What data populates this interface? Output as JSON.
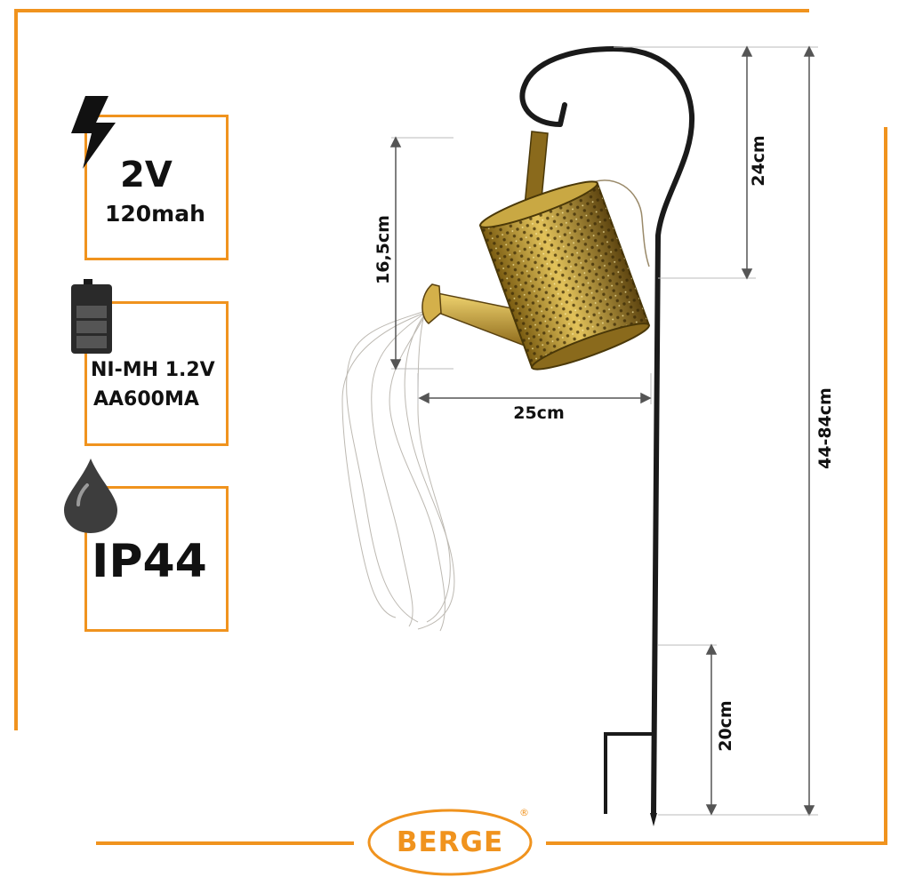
{
  "colors": {
    "accent": "#f0931e",
    "text": "#111111",
    "pole": "#1a1a1a",
    "can_gold": "#b08a22"
  },
  "specs": {
    "power": {
      "icon": "lightning-icon",
      "voltage": "2V",
      "capacity": "120mah"
    },
    "battery": {
      "icon": "battery-icon",
      "line1": "NI-MH 1.2V",
      "line2": "AA600MA"
    },
    "waterproof": {
      "icon": "water-drop-icon",
      "rating": "IP44"
    }
  },
  "dimensions": {
    "can_height": "16,5cm",
    "can_width": "25cm",
    "hook_height": "24cm",
    "total_height": "44-84cm",
    "stake_depth": "20cm"
  },
  "brand": {
    "name": "BERGE",
    "registered": "®"
  }
}
